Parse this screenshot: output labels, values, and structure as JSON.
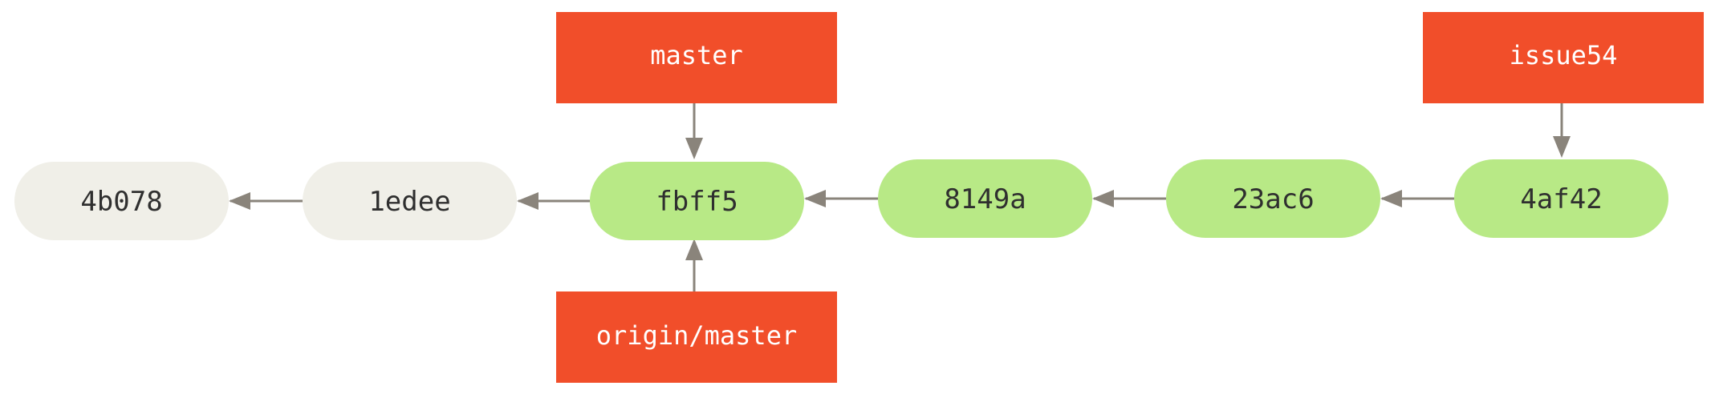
{
  "colors": {
    "old_commit": "#f0efe8",
    "new_commit": "#b8e986",
    "branch": "#f14e2a",
    "arrow": "#8a847b",
    "background": "#ffffff"
  },
  "commits": [
    {
      "id": "4b078",
      "state": "old"
    },
    {
      "id": "1edee",
      "state": "old"
    },
    {
      "id": "fbff5",
      "state": "new"
    },
    {
      "id": "8149a",
      "state": "new"
    },
    {
      "id": "23ac6",
      "state": "new"
    },
    {
      "id": "4af42",
      "state": "new"
    }
  ],
  "branches": [
    {
      "name": "master",
      "points_to": "fbff5",
      "position": "above"
    },
    {
      "name": "origin/master",
      "points_to": "fbff5",
      "position": "below"
    },
    {
      "name": "issue54",
      "points_to": "4af42",
      "position": "above"
    }
  ]
}
